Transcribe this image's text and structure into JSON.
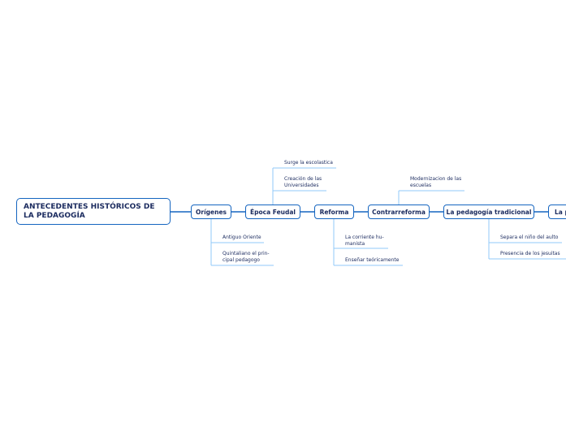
{
  "root": {
    "title": "ANTECEDENTES HISTÓRICOS DE LA PEDAGOGÍA"
  },
  "nodes": [
    {
      "label": "Orígenes"
    },
    {
      "label": "Época Feudal"
    },
    {
      "label": "Reforma"
    },
    {
      "label": "Contrarreforma"
    },
    {
      "label": "La pedagogía tradicional"
    },
    {
      "label": "La p"
    }
  ],
  "leaves": {
    "origenes": [
      "Antiguo Oriente",
      "Quintaliano el prin-",
      "cipal pedagogo"
    ],
    "feudal": [
      "Surge la escolastica",
      "Creación de las",
      "Universidades"
    ],
    "reforma": [
      "La corriente hu-",
      "manista",
      "Enseñar teóricamente"
    ],
    "contrarreforma": [
      "Modernizacion de las",
      "escuelas"
    ],
    "tradicional": [
      "Separa el niño del aulto",
      "Presencia de los jesuitas"
    ]
  },
  "colors": {
    "line": "#1565c0",
    "leaf_line": "#90caf9",
    "text": "#1a2a5e"
  }
}
